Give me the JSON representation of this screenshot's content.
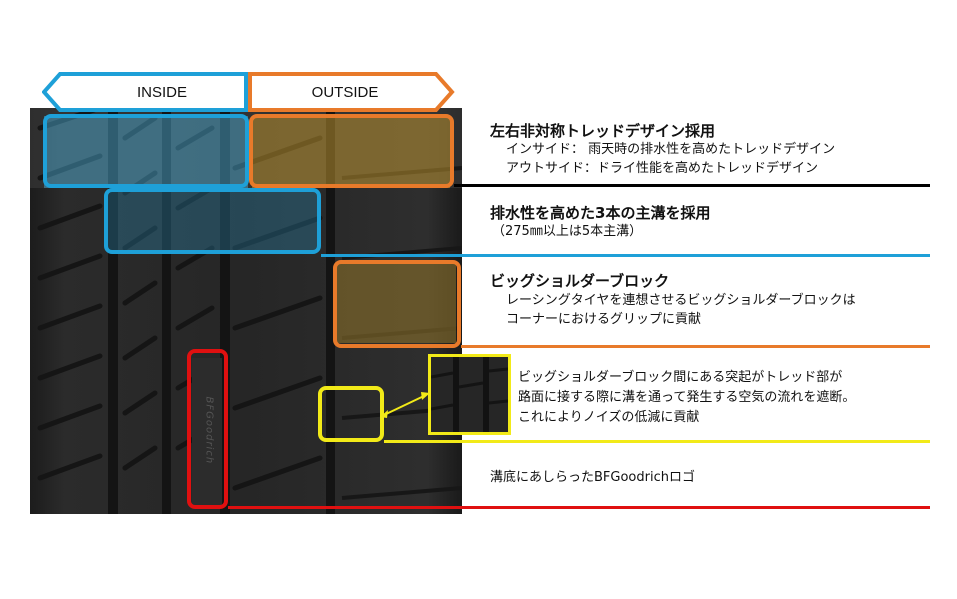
{
  "tabs": {
    "inside": "INSIDE",
    "outside": "OUTSIDE"
  },
  "features": {
    "asymmetric": {
      "title": "左右非対称トレッドデザイン採用",
      "line1": "インサイド： 雨天時の排水性を高めたトレッドデザイン",
      "line2": "アウトサイド：ドライ性能を高めたトレッドデザイン"
    },
    "grooves": {
      "title": "排水性を高めた3本の主溝を採用",
      "line1": "（275㎜以上は5本主溝）"
    },
    "shoulder": {
      "title": "ビッグショルダーブロック",
      "line1": "レーシングタイヤを連想させるビッグショルダーブロックは",
      "line2": "コーナーにおけるグリップに貢献"
    },
    "noise": {
      "line1": "ビッグショルダーブロック間にある突起がトレッド部が",
      "line2": "路面に接する際に溝を通って発生する空気の流れを遮断。",
      "line3": "これによりノイズの低減に貢献"
    },
    "logo": {
      "line1": "溝底にあしらったBFGoodrichロゴ"
    }
  },
  "tire_logo": "BFGoodrich",
  "colors": {
    "inside_blue": "#1ea0d8",
    "outside_orange": "#e87a2a",
    "noise_yellow": "#f2ea18",
    "logo_red": "#e01010",
    "black_rule": "#000000"
  }
}
